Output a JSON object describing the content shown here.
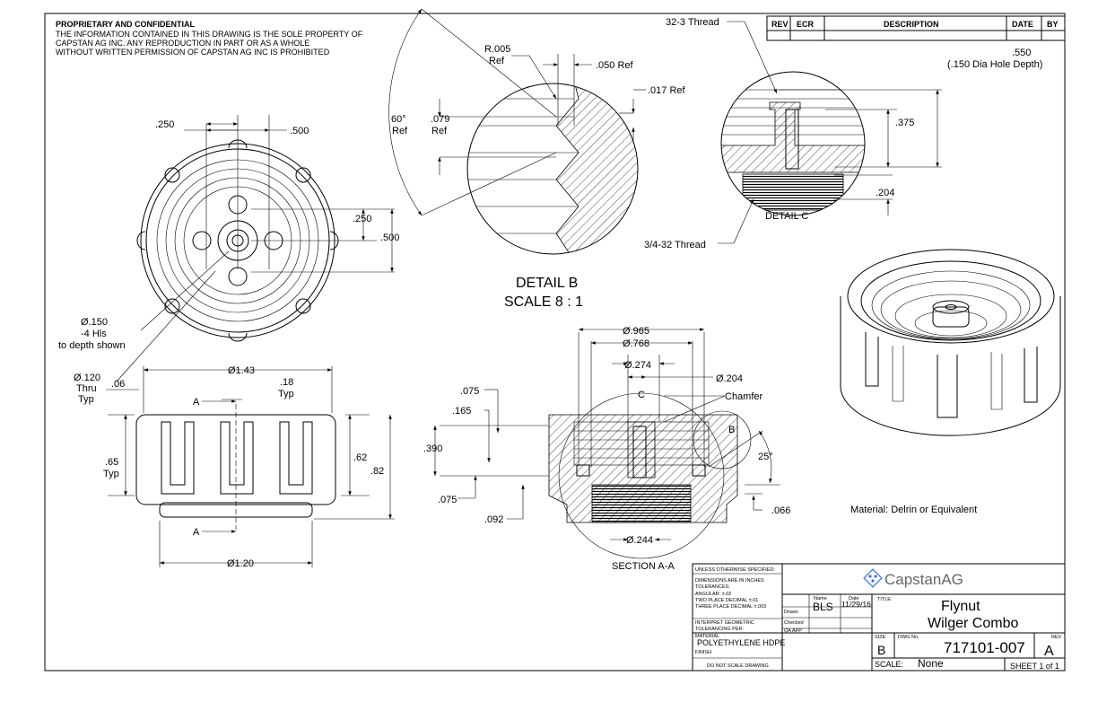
{
  "notice": {
    "heading": "PROPRIETARY AND CONFIDENTIAL",
    "lines": [
      "THE INFORMATION CONTAINED IN THIS DRAWING IS THE SOLE PROPERTY OF",
      "CAPSTAN AG INC. ANY REPRODUCTION IN PART OR AS A WHOLE",
      "WITHOUT WRITTEN PERMISSION OF CAPSTAN AG INC IS PROHIBITED"
    ]
  },
  "revision_table": {
    "headers": [
      "REV",
      "ECR",
      "DESCRIPTION",
      "DATE",
      "BY"
    ]
  },
  "top_view": {
    "dim_250_h": ".250",
    "dim_500_h": ".500",
    "dim_250_v": ".250",
    "dim_500_v": ".500",
    "hole_note": [
      "Ø.150",
      "-4 Hls",
      "to depth shown"
    ],
    "thru_note": [
      "Ø.120",
      "Thru",
      "Typ"
    ]
  },
  "side_view": {
    "dia_143": "Ø1.43",
    "dim_06": ".06",
    "dim_18": [
      ".18",
      "Typ"
    ],
    "dim_65": [
      ".65",
      "Typ"
    ],
    "dim_62": ".62",
    "dim_82": ".82",
    "dia_120": "Ø1.20",
    "section_label": "A"
  },
  "detail_b": {
    "r005": [
      "R.005",
      "Ref"
    ],
    "d050": ".050 Ref",
    "d017": ".017 Ref",
    "d079": [
      ".079",
      "Ref"
    ],
    "angle": [
      "60°",
      "Ref"
    ],
    "title": "DETAIL B",
    "scale": "SCALE 8 : 1"
  },
  "detail_c": {
    "thread_top": "32-3 Thread",
    "thread_bottom": "3/4-32 Thread",
    "d550": [
      ".550",
      "(.150 Dia Hole Depth)"
    ],
    "d375": ".375",
    "d204": ".204",
    "title": "DETAIL C"
  },
  "section_aa": {
    "d965": "Ø.965",
    "d768": "Ø.768",
    "d274": "Ø.274",
    "d204": "Ø.204",
    "chamfer": "Chamfer",
    "d075a": ".075",
    "d165": ".165",
    "d390": ".390",
    "d075b": ".075",
    "d092": ".092",
    "d066": ".066",
    "angle": "25°",
    "d244": "Ø.244",
    "detail_c_marker": "C",
    "detail_b_marker": "B",
    "title": "SECTION A-A"
  },
  "material_note": "Material: Delrin or Equivalent",
  "title_block": {
    "unless": "UNLESS OTHERWISE SPECIFIED:",
    "dims": "DIMENSIONS ARE IN INCHES",
    "tol": "TOLERANCES:",
    "angular": "ANGULAR: ±.02",
    "two_place": "TWO PLACE DECIMAL   ±.01",
    "three_place": "THREE PLACE DECIMAL  ±.003",
    "interpret": "INTERPRET GEOMETRIC",
    "tolerancing": "TOLERANCING PER:",
    "material_label": "MATERIAL",
    "material": "POLYETHYLENE HDPE",
    "finish_label": "FINISH",
    "do_not_scale": "DO NOT SCALE DRAWING",
    "name_header": "Name",
    "date_header": "Date",
    "drawn_label": "Drawn",
    "checked_label": "Checked",
    "qa_label": "QA APP",
    "drawn_name": "BLS",
    "drawn_date": "11/29/16",
    "logo_text": "CapstanAG",
    "title_label": "TITLE:",
    "title_line1": "Flynut",
    "title_line2": "Wilger Combo",
    "size_label": "SIZE",
    "size": "B",
    "dwg_label": "DWG No.",
    "dwg_no": "717101-007",
    "rev_label": "REV",
    "rev": "A",
    "scale_label": "SCALE:",
    "scale": "None",
    "sheet": "SHEET 1 of 1"
  },
  "colors": {
    "logo_blue": "#3a6fd8"
  }
}
